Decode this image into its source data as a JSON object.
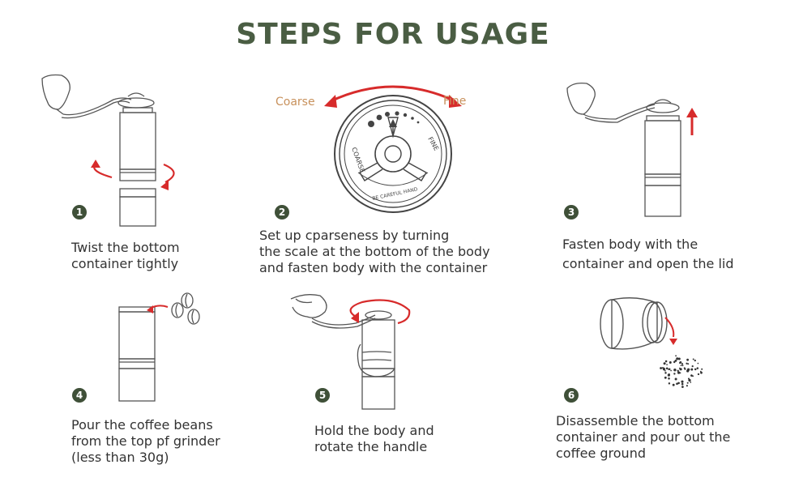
{
  "title": "STEPS FOR USAGE",
  "colors": {
    "title": "#4a5d43",
    "badge": "#3f5038",
    "accent": "#d72b2b",
    "dial_label": "#c8915c",
    "line": "#555555"
  },
  "dial": {
    "coarse_label": "Coarse",
    "fine_label": "Fine",
    "ring_coarse": "COARSE",
    "ring_fine": "FINE",
    "ring_caution": "BE CAREFUL HAND"
  },
  "steps": [
    {
      "number": "1",
      "lines": [
        "Twist the bottom",
        "container tightly"
      ],
      "icon": "grinder-twist-assembly"
    },
    {
      "number": "2",
      "lines": [
        "Set up cparseness by turning",
        "the scale at the bottom of the body",
        "and fasten body with the container"
      ],
      "icon": "coarseness-dial"
    },
    {
      "number": "3",
      "lines": [
        "Fasten body with the",
        "container and open the lid"
      ],
      "icon": "grinder-lid-open"
    },
    {
      "number": "4",
      "lines": [
        "Pour the coffee beans",
        "from the top pf grinder",
        "(less than 30g)"
      ],
      "icon": "pour-beans"
    },
    {
      "number": "5",
      "lines": [
        "Hold the body and",
        "rotate the handle"
      ],
      "icon": "hand-crank-grind"
    },
    {
      "number": "6",
      "lines": [
        "Disassemble the bottom",
        "container and pour out the",
        "coffee ground"
      ],
      "icon": "pour-grounds"
    }
  ]
}
